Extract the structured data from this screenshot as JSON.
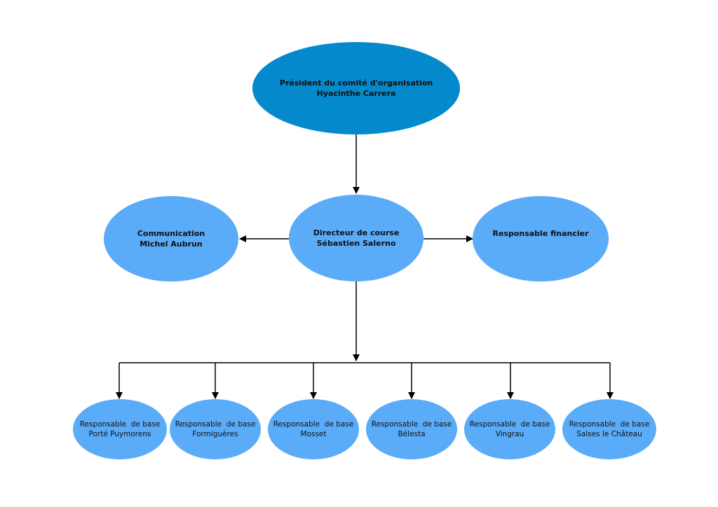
{
  "colors": {
    "president_fill": "#0489cc",
    "node_fill": "#5aabf8",
    "connector": "#000000"
  },
  "nodes": {
    "president": {
      "line1": "Président du comité d'organisation",
      "line2": "Hyacinthe Carrera"
    },
    "communication": {
      "line1": "Communication",
      "line2": "Michel Aubrun"
    },
    "directeur": {
      "line1": "Directeur de course",
      "line2": "Sébastien Salerno"
    },
    "financier": {
      "line1": "Responsable financier"
    },
    "bases": [
      {
        "line1": "Responsable  de base",
        "line2": "Porté Puymorens"
      },
      {
        "line1": "Responsable  de base",
        "line2": "Formiguères"
      },
      {
        "line1": "Responsable  de base",
        "line2": "Mosset"
      },
      {
        "line1": "Responsable  de base",
        "line2": "Bélesta"
      },
      {
        "line1": "Responsable  de base",
        "line2": "Vingrau"
      },
      {
        "line1": "Responsable  de base",
        "line2": "Salses le Château"
      }
    ]
  }
}
